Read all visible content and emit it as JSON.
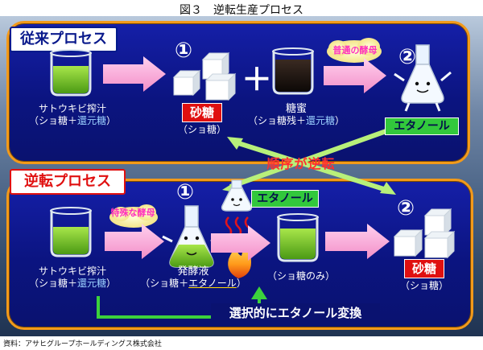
{
  "title": "図３　逆転生産プロセス",
  "source": "資料：アサヒグループホールディングス株式会社",
  "top_process": {
    "tag": "従来プロセス",
    "juice_label_1": "サトウキビ搾汁",
    "juice_label_2_pre": "（ショ糖＋",
    "juice_label_2_blue": "還元糖",
    "juice_label_2_post": "）",
    "step1_num": "①",
    "sugar_box": "砂糖",
    "sugar_sub": "（ショ糖）",
    "plus": "＋",
    "molasses_label": "糖蜜",
    "molasses_sub_pre": "（ショ糖残＋",
    "molasses_sub_blue": "還元糖",
    "molasses_sub_post": "）",
    "yeast_label": "普通の酵母",
    "step2_num": "②",
    "ethanol_box": "エタノール"
  },
  "bottom_process": {
    "tag": "逆転プロセス",
    "juice_label_1": "サトウキビ搾汁",
    "juice_label_2_pre": "（ショ糖＋",
    "juice_label_2_blue": "還元糖",
    "juice_label_2_post": "）",
    "yeast_label": "特殊な酵母",
    "step1_num": "①",
    "ethanol_box": "エタノール",
    "ferment_label": "発酵液",
    "ferment_sub_pre": "（ショ糖＋",
    "ferment_sub_ul": "エタノール",
    "ferment_sub_post": "）",
    "sucrose_only": "（ショ糖のみ）",
    "step2_num": "②",
    "sugar_box": "砂糖",
    "sugar_sub": "（ショ糖）",
    "select_label": "選択的にエタノール変換"
  },
  "order_reversed": "順序が逆転",
  "colors": {
    "panel": "#0b1480",
    "border": "#f39a1a",
    "arrow_pink": "#f7a6d6",
    "cross_arrow": "#b8f07a",
    "red_box": "#e01010",
    "green_box": "#32c83c",
    "yeast_text": "#ff2fbf"
  }
}
